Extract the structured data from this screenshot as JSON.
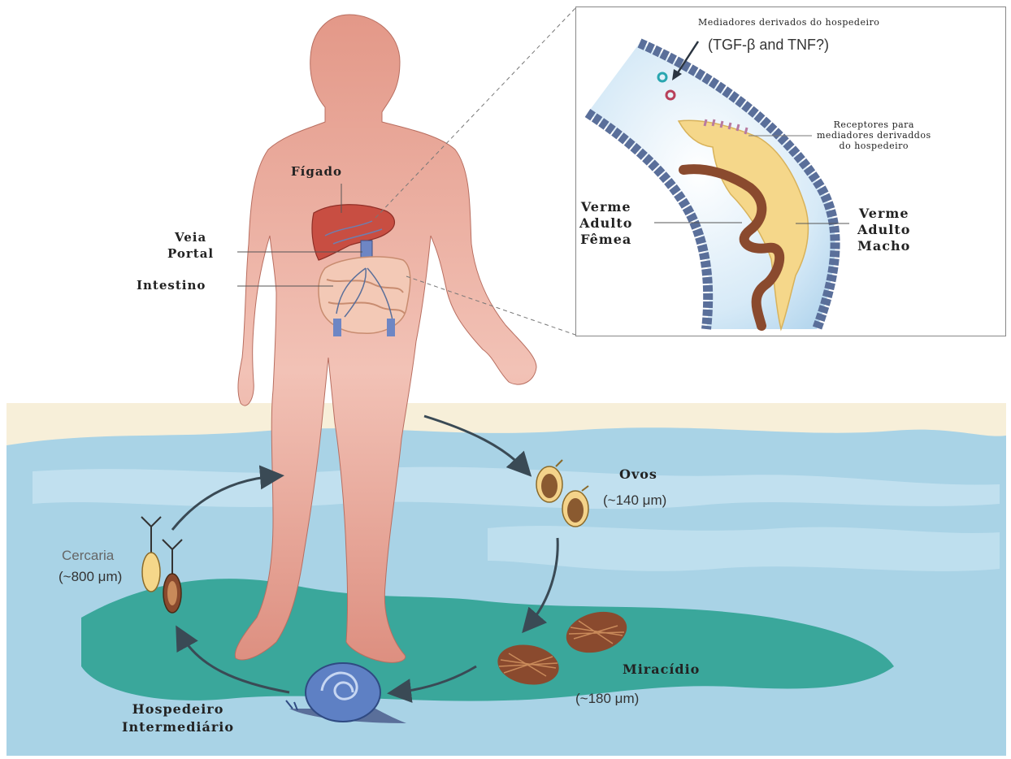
{
  "organs": {
    "liver": "Fígado",
    "portal_vein": "Veia\nPortal",
    "intestine": "Intestino"
  },
  "inset": {
    "host_mediators": "Mediadores derivados do hospedeiro",
    "mediator_names": "(TGF-β and TNF?)",
    "receptors": "Receptores para\nmediadores derivaddos\ndo hospedeiro",
    "female_worm": "Verme\nAdulto\nFêmea",
    "male_worm": "Verme\nAdulto\nMacho"
  },
  "cycle": {
    "eggs_name": "Ovos",
    "eggs_size": "(~140 μm)",
    "miracidium_name": "Miracídio",
    "miracidium_size": "(~180 μm)",
    "cercaria_name": "Cercaria",
    "cercaria_size": "(~800 μm)",
    "snail_label": "Hospedeiro\nIntermediário"
  },
  "colors": {
    "body": "#e9a394",
    "water": "#a9d3e6",
    "deep_water": "#3aa79b",
    "worm_male": "#f5d78a",
    "worm_female": "#8a4a2e",
    "vessel": "#5a6f9a"
  }
}
